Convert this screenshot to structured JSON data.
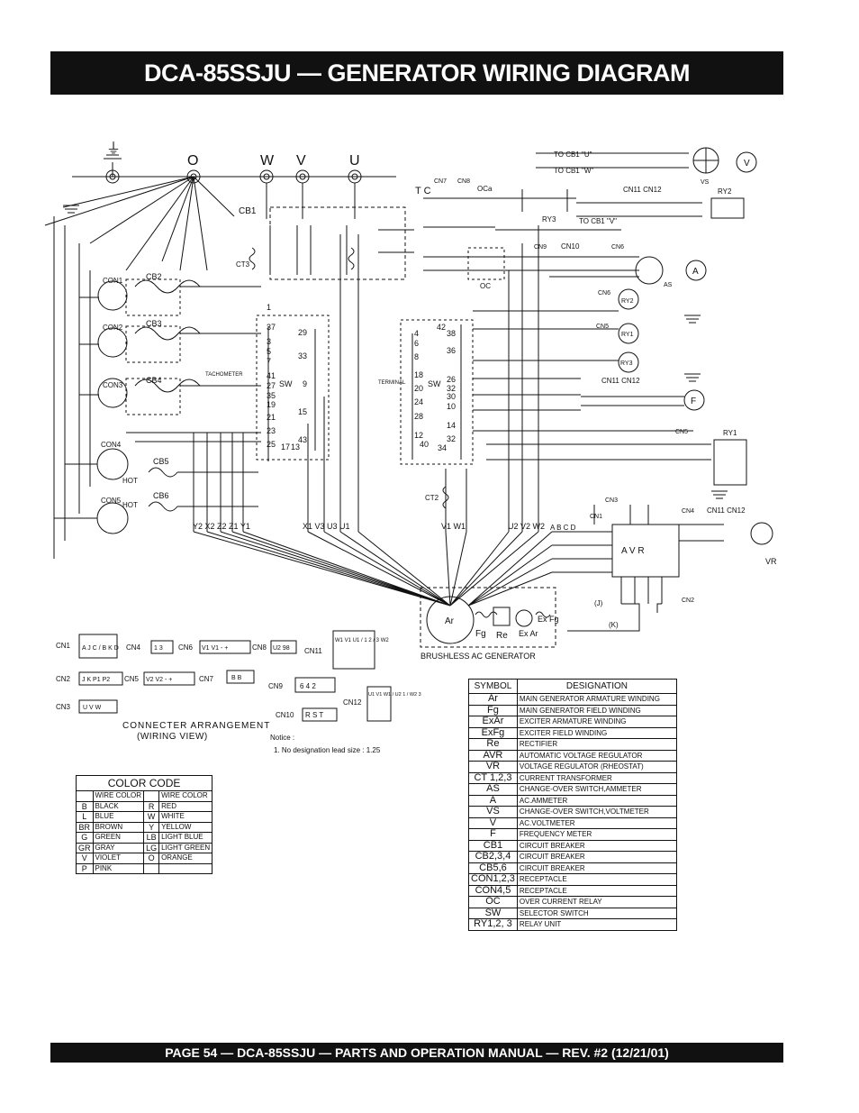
{
  "header": {
    "title": "DCA-85SSJU — GENERATOR WIRING DIAGRAM"
  },
  "footer": {
    "text": "PAGE 54 — DCA-85SSJU — PARTS AND OPERATION MANUAL — REV. #2 (12/21/01)"
  },
  "terminals_top": {
    "ground": "⏚",
    "o": "O",
    "w": "W",
    "v": "V",
    "u": "U"
  },
  "labels": {
    "cb1": "CB1",
    "cb2": "CB2",
    "cb3": "CB3",
    "cb4": "CB4",
    "cb5": "CB5",
    "cb6": "CB6",
    "con1": "CON1",
    "con2": "CON2",
    "con3": "CON3",
    "con4": "CON4",
    "con5": "CON5",
    "ct3": "CT3",
    "ct2": "CT2",
    "sw_left": "SW",
    "sw_right": "SW",
    "tachometer": "TACHOMETER",
    "terminal": "TERMINAL",
    "hot1": "HOT",
    "hot2": "HOT",
    "oc": "OC",
    "tc": "T C",
    "ry1": "RY1",
    "ry2": "RY2",
    "ry3": "RY3",
    "vs": "VS",
    "as": "AS",
    "vr": "VR",
    "avr": "A V R",
    "ar": "Ar",
    "fg": "Fg",
    "re": "Re",
    "ex_ar": "Ex Ar",
    "ex_fg": "Ex Fg",
    "brushless": "BRUSHLESS AC GENERATOR",
    "to_cb1_u": "TO CB1 \"U\"",
    "to_cb1_w": "TO CB1 \"W\"",
    "to_cb1_v": "TO CB1 \"V\"",
    "meter_v": "V",
    "meter_a": "A",
    "meter_f": "F",
    "cn11_cn12_top": "CN11  CN12",
    "cn11_cn12_mid": "CN11  CN12",
    "cn11_cn12_avr": "CN11  CN12",
    "cn7": "CN7",
    "cn8": "CN8",
    "oca": "OCa",
    "cn9": "CN9",
    "cn10": "CN10",
    "cn6": "CN6",
    "cn6b": "CN6",
    "cn5b": "CN5",
    "cn5c": "CN5",
    "cn3": "CN3",
    "cn1": "CN1",
    "cn4": "CN4",
    "cn2": "CN2",
    "gen_leads": "Y2 X2 Z2 Z1 Y1",
    "gen_leads2": "X1 V3 U3 U1",
    "gen_leads3": "V1 W1",
    "gen_leads4": "U2 V2 W2",
    "leads_abcd": "A B C D",
    "jk": "(J)",
    "kk": "(K)"
  },
  "sw_left_terminals": [
    "37",
    "1",
    "3",
    "5",
    "7",
    "41",
    "27",
    "35",
    "19",
    "21",
    "23",
    "25",
    "17",
    "13"
  ],
  "sw_mid_terminals": [
    "29",
    "33",
    "9",
    "15",
    "43"
  ],
  "sw_right_terminals": [
    "4",
    "6",
    "8",
    "18",
    "20",
    "24",
    "28",
    "12",
    "40"
  ],
  "sw_far_terminals": [
    "42",
    "38",
    "36",
    "26",
    "32",
    "30",
    "10",
    "14",
    "32",
    "34"
  ],
  "connector_arrangement": {
    "caption": "CONNECTER ARRANGEMENT",
    "sub": "(WIRING VIEW)",
    "items": [
      {
        "name": "CN1",
        "pins": "A J C / B K D"
      },
      {
        "name": "CN2",
        "pins": "J K P1 P2"
      },
      {
        "name": "CN3",
        "pins": "U V W"
      },
      {
        "name": "CN4",
        "pins": "1 3"
      },
      {
        "name": "CN5",
        "pins": "V2 V2 - +"
      },
      {
        "name": "CN6",
        "pins": "V1 V1 - +"
      },
      {
        "name": "CN7",
        "pins": "B B"
      },
      {
        "name": "CN8",
        "pins": "U2 98"
      },
      {
        "name": "CN9",
        "pins": "6 4 2"
      },
      {
        "name": "CN10",
        "pins": "R S T"
      },
      {
        "name": "CN11",
        "pins": "W1 V1 U1 / 1 2 / 3 W2"
      },
      {
        "name": "CN12",
        "pins": "U1 V1 W1 / U2 1 / W2 3"
      }
    ]
  },
  "notice": {
    "title": "Notice   :",
    "line": "1. No designation lead size : 1.25"
  },
  "color_code": {
    "caption": "COLOR CODE",
    "header": [
      "WIRE COLOR",
      "WIRE COLOR"
    ],
    "rows": [
      [
        "B",
        "BLACK",
        "R",
        "RED"
      ],
      [
        "L",
        "BLUE",
        "W",
        "WHITE"
      ],
      [
        "BR",
        "BROWN",
        "Y",
        "YELLOW"
      ],
      [
        "G",
        "GREEN",
        "LB",
        "LIGHT BLUE"
      ],
      [
        "GR",
        "GRAY",
        "LG",
        "LIGHT GREEN"
      ],
      [
        "V",
        "VIOLET",
        "O",
        "ORANGE"
      ],
      [
        "P",
        "PINK",
        "",
        ""
      ]
    ]
  },
  "symbol_table": {
    "header": [
      "SYMBOL",
      "DESIGNATION"
    ],
    "rows": [
      [
        "Ar",
        "MAIN GENERATOR ARMATURE WINDING"
      ],
      [
        "Fg",
        "MAIN GENERATOR FIELD WINDING"
      ],
      [
        "ExAr",
        "EXCITER ARMATURE WINDING"
      ],
      [
        "ExFg",
        "EXCITER FIELD WINDING"
      ],
      [
        "Re",
        "RECTIFIER"
      ],
      [
        "AVR",
        "AUTOMATIC VOLTAGE REGULATOR"
      ],
      [
        "VR",
        "VOLTAGE REGULATOR (RHEOSTAT)"
      ],
      [
        "CT 1,2,3",
        "CURRENT TRANSFORMER"
      ],
      [
        "AS",
        "CHANGE-OVER SWITCH,AMMETER"
      ],
      [
        "A",
        "AC.AMMETER"
      ],
      [
        "VS",
        "CHANGE-OVER SWITCH,VOLTMETER"
      ],
      [
        "V",
        "AC.VOLTMETER"
      ],
      [
        "F",
        "FREQUENCY METER"
      ],
      [
        "CB1",
        "CIRCUIT BREAKER"
      ],
      [
        "CB2,3,4",
        "CIRCUIT BREAKER"
      ],
      [
        "CB5,6",
        "CIRCUIT BREAKER"
      ],
      [
        "CON1,2,3",
        "RECEPTACLE"
      ],
      [
        "CON4,5",
        "RECEPTACLE"
      ],
      [
        "OC",
        "OVER CURRENT RELAY"
      ],
      [
        "SW",
        "SELECTOR SWITCH"
      ],
      [
        "RY1,2, 3",
        "RELAY UNIT"
      ]
    ]
  }
}
